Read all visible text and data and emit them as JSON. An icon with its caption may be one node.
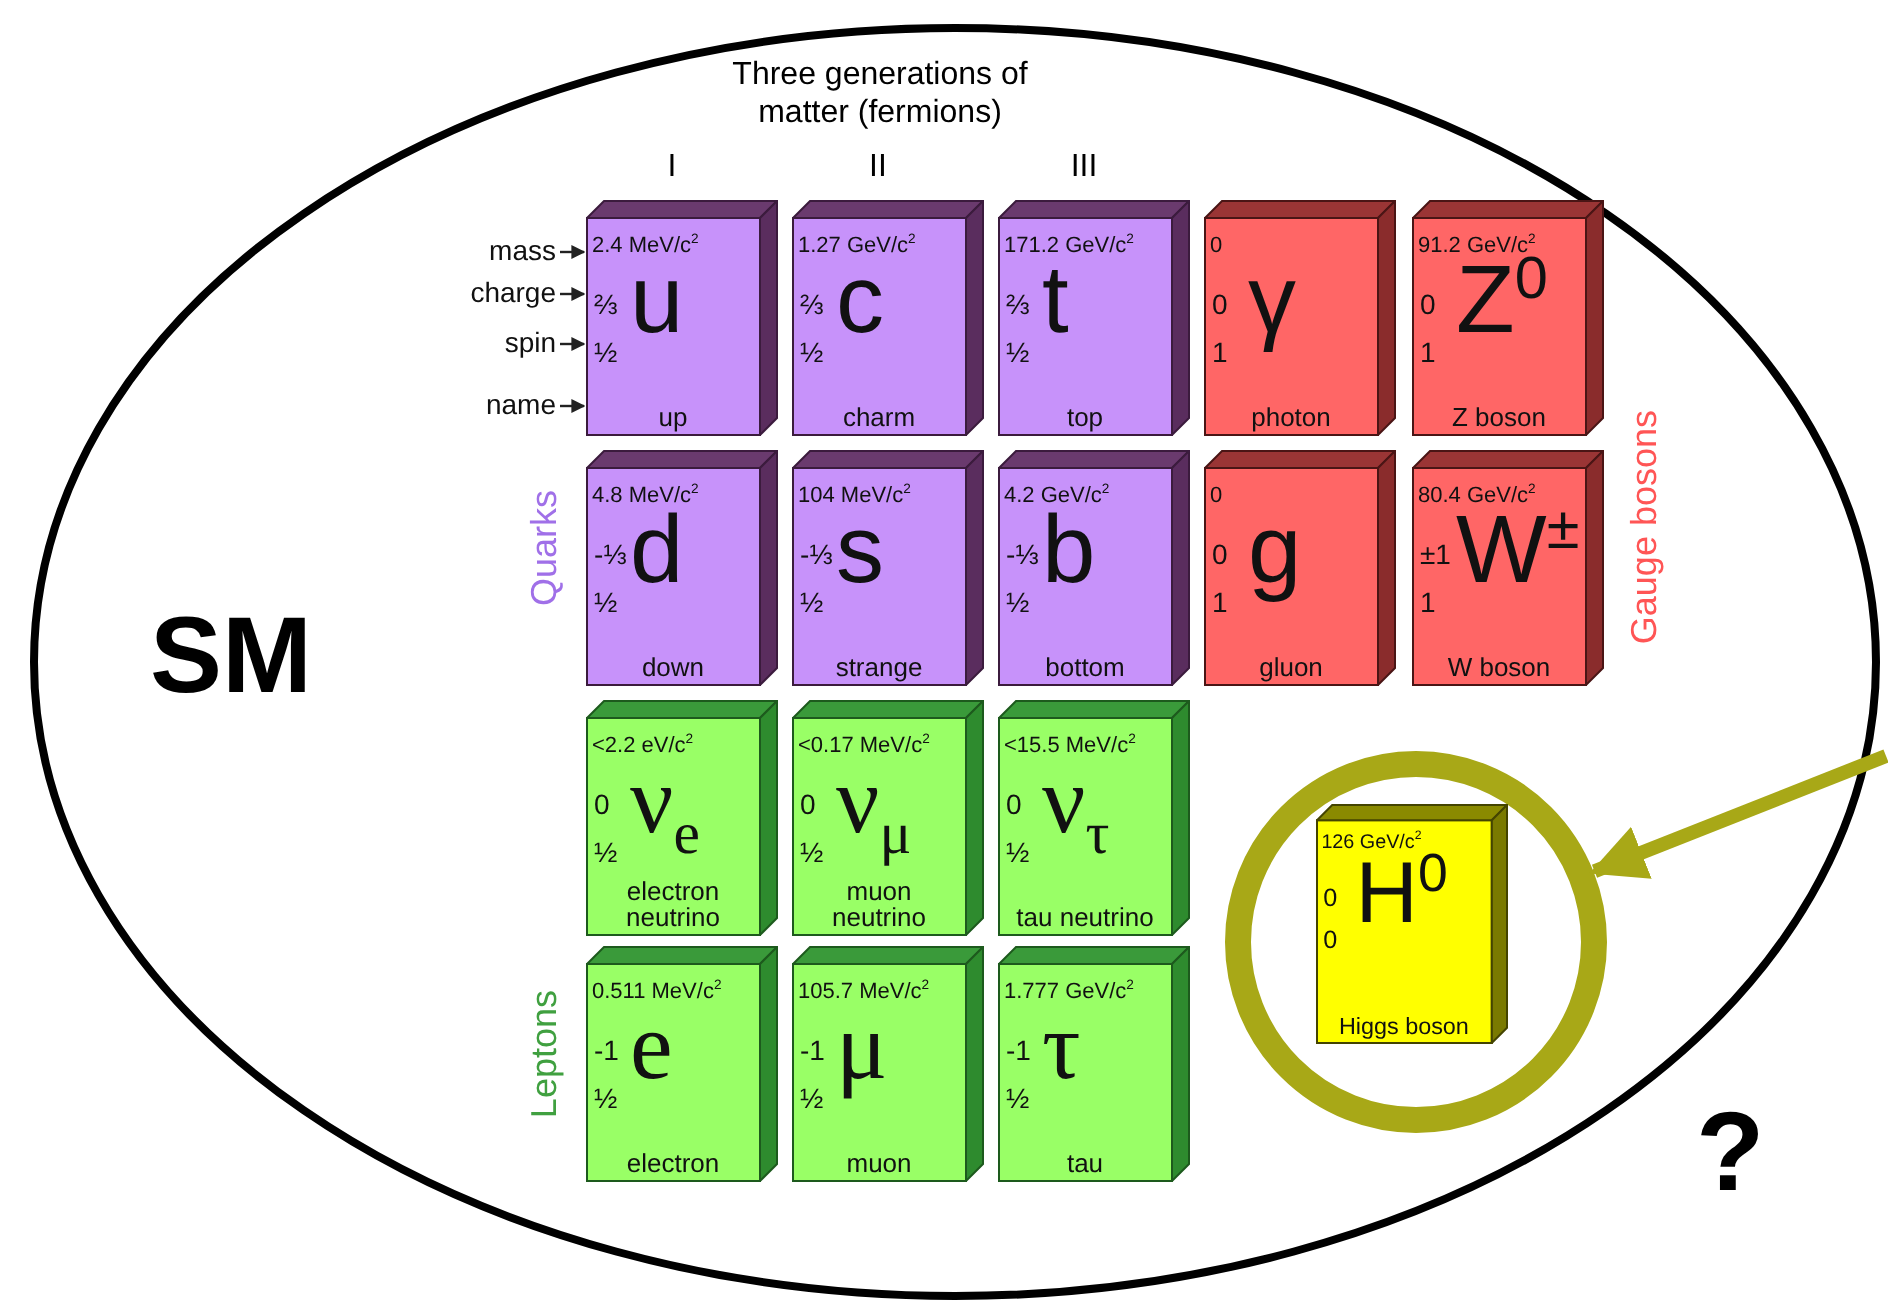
{
  "diagram": {
    "nodes": [
      {
        "text": [
          "SM"
        ]
      },
      {
        "text": [
          "2.4 MeV/c$^{2}$",
          "⅔",
          "½",
          "u",
          "up"
        ],
        "in": 0
      },
      {
        "text": [
          "1.27 GeV/c$^{2}$",
          "⅔",
          "½",
          "c",
          "charm"
        ],
        "in": 0
      },
      {
        "text": [
          "171.2 GeV/c$^{2}$",
          "⅔",
          "½",
          "t",
          "top"
        ],
        "in": 0
      },
      {
        "text": [
          "0",
          "0",
          "1",
          "γ",
          "photon"
        ],
        "in": 0
      },
      {
        "text": [
          "91.2 GeV/c$^{2}$",
          "0",
          "1",
          "Z$^{0}$",
          "Z boson"
        ],
        "in": 0
      },
      {
        "text": [
          "4.8 MeV/c$^{2}$",
          "-⅓",
          "½",
          "d",
          "down"
        ],
        "in": 0
      },
      {
        "text": [
          "104 MeV/c$^{2}$",
          "-⅓",
          "½",
          "s",
          "strange"
        ],
        "in": 0
      },
      {
        "text": [
          "4.2 GeV/c$^{2}$",
          "-⅓",
          "½",
          "b",
          "bottom"
        ],
        "in": 0
      },
      {
        "text": [
          "0",
          "0",
          "1",
          "g",
          "gluon"
        ],
        "in": 0
      },
      {
        "text": [
          "80.4 GeV/c$^{2}$",
          "±1",
          "1",
          "W$^{±}$",
          "W boson"
        ],
        "in": 0
      },
      {
        "text": [
          "<2.2 eV/c$^{2}$",
          "0",
          "½",
          "ν$_{e}$",
          "electron neutrino"
        ],
        "in": 0
      },
      {
        "text": [
          "<0.17 MeV/c$^{2}$",
          "0",
          "½",
          "ν$_{μ}$",
          "muon neutrino"
        ],
        "in": 0
      },
      {
        "text": [
          "<15.5 MeV/c$^{2}$",
          "0",
          "½",
          "ν$_{τ}$",
          "tau neutrino"
        ],
        "in": 0
      },
      {
        "text": [
          "0.511 MeV/c$^{2}$",
          "-1",
          "½",
          "e",
          "electron"
        ],
        "in": 0
      },
      {
        "text": [
          "105.7 MeV/c$^{2}$",
          "-1",
          "½",
          "μ",
          "muon"
        ],
        "in": 0
      },
      {
        "text": [
          "1.777 GeV/c$^{2}$",
          "-1",
          "½",
          "τ",
          "tau"
        ],
        "in": 0
      },
      {
        "text": [],
        "shape": "circle",
        "in": 0
      },
      {
        "text": [
          "126 GeV/c$^{2}$",
          "0",
          "0",
          "H$^{0}$",
          "Higgs boson"
        ],
        "in": 17
      },
      {
        "text": [
          "mass"
        ],
        "in": 0
      },
      {
        "text": [
          "charge"
        ],
        "in": 0
      },
      {
        "text": [
          "spin"
        ],
        "in": 0
      },
      {
        "text": [
          "name"
        ],
        "in": 0
      }
    ],
    "edges": [
      {
        "from": null,
        "to": 17,
        "arrow": "to",
        "style": "thick",
        "color": "#a8a817"
      },
      {
        "from": 19,
        "to": 1,
        "arrow": "to"
      },
      {
        "from": 20,
        "to": 1,
        "arrow": "to"
      },
      {
        "from": 21,
        "to": 1,
        "arrow": "to"
      },
      {
        "from": 22,
        "to": 1,
        "arrow": "to"
      }
    ],
    "labels": [
      "Three generations of matter (fermions)",
      "I",
      "II",
      "III",
      "Gauge bosons",
      "Quarks",
      "Leptons",
      "?"
    ]
  }
}
